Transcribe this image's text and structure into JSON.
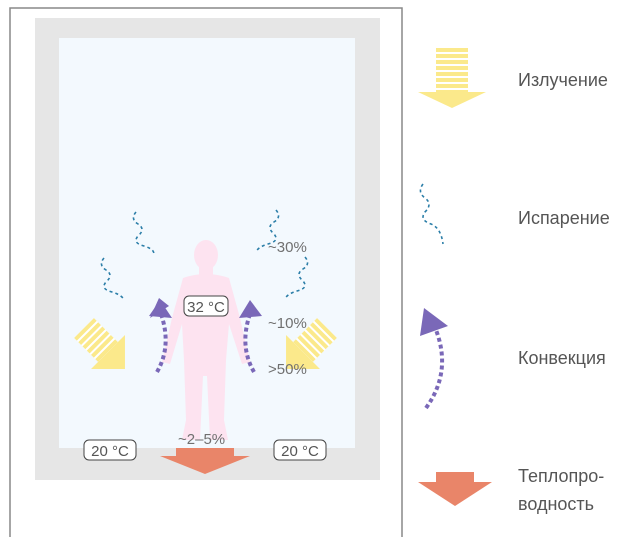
{
  "room": {
    "body_temp": "32 °C",
    "floor_temp_left": "20 °C",
    "floor_temp_right": "20 °C",
    "evaporation_pct": "~30%",
    "convection_pct": "~10%",
    "radiation_pct": ">50%",
    "conduction_pct": "~2–5%"
  },
  "legend": {
    "radiation": "Излучение",
    "evaporation": "Испарение",
    "convection": "Конвекция",
    "conduction_line1": "Теплопро-",
    "conduction_line2": "водность"
  },
  "colors": {
    "room_bg": "#f3f9fe",
    "wall": "#e6e6e6",
    "frame": "#888888",
    "body": "#fde3f0",
    "radiation": "#fbe98b",
    "evaporation": "#2b7ea8",
    "convection": "#7a68b8",
    "conduction": "#e98569"
  }
}
